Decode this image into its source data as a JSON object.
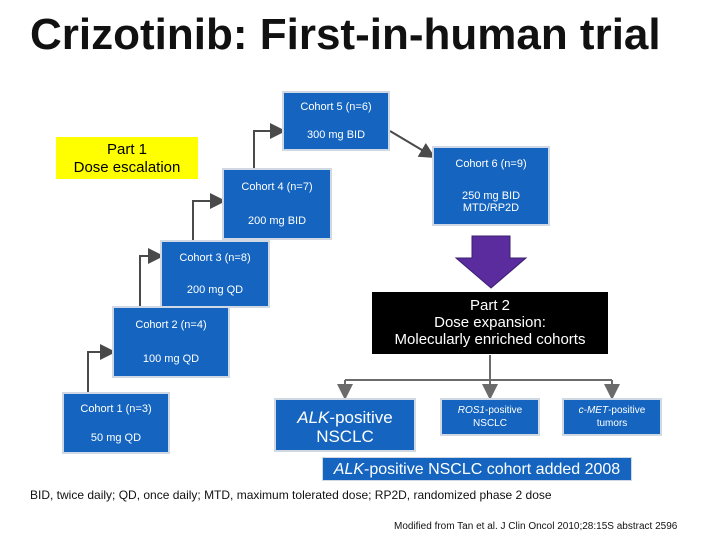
{
  "title": "Crizotinib: First-in-human trial",
  "part1_label": [
    "Part 1",
    "Dose escalation"
  ],
  "cohorts": [
    {
      "name": "Cohort 5 (n=6)",
      "dose": "300 mg BID"
    },
    {
      "name": "Cohort 6 (n=9)",
      "dose": "250 mg BID MTD/RP2D"
    },
    {
      "name": "Cohort 4 (n=7)",
      "dose": "200 mg BID"
    },
    {
      "name": "Cohort 3 (n=8)",
      "dose": "200 mg QD"
    },
    {
      "name": "Cohort 2 (n=4)",
      "dose": "100 mg QD"
    },
    {
      "name": "Cohort 1 (n=3)",
      "dose": "50 mg QD"
    }
  ],
  "part2_label": [
    "Part 2",
    "Dose expansion:",
    "Molecularly enriched cohorts"
  ],
  "expansion": {
    "alk": {
      "gene": "ALK",
      "suffix": "-positive",
      "line2": "NSCLC"
    },
    "ros1": {
      "gene": "ROS1",
      "suffix": "-positive",
      "line2": "NSCLC"
    },
    "cmet": {
      "gene": "c-MET",
      "suffix": "-positive",
      "line2": "tumors"
    }
  },
  "added_note": {
    "gene": "ALK",
    "text": "-positive NSCLC cohort added 2008"
  },
  "footnote": "BID, twice daily; QD, once daily; MTD, maximum tolerated dose; RP2D, randomized phase 2 dose",
  "source": "Modified from Tan et al. J Clin Oncol 2010;28:15S abstract 2596",
  "colors": {
    "cohort_blue": "#1565c0",
    "part1_yellow": "#ffff00",
    "arrow_purple": "#5b2c9e",
    "part2_black": "#000000"
  }
}
